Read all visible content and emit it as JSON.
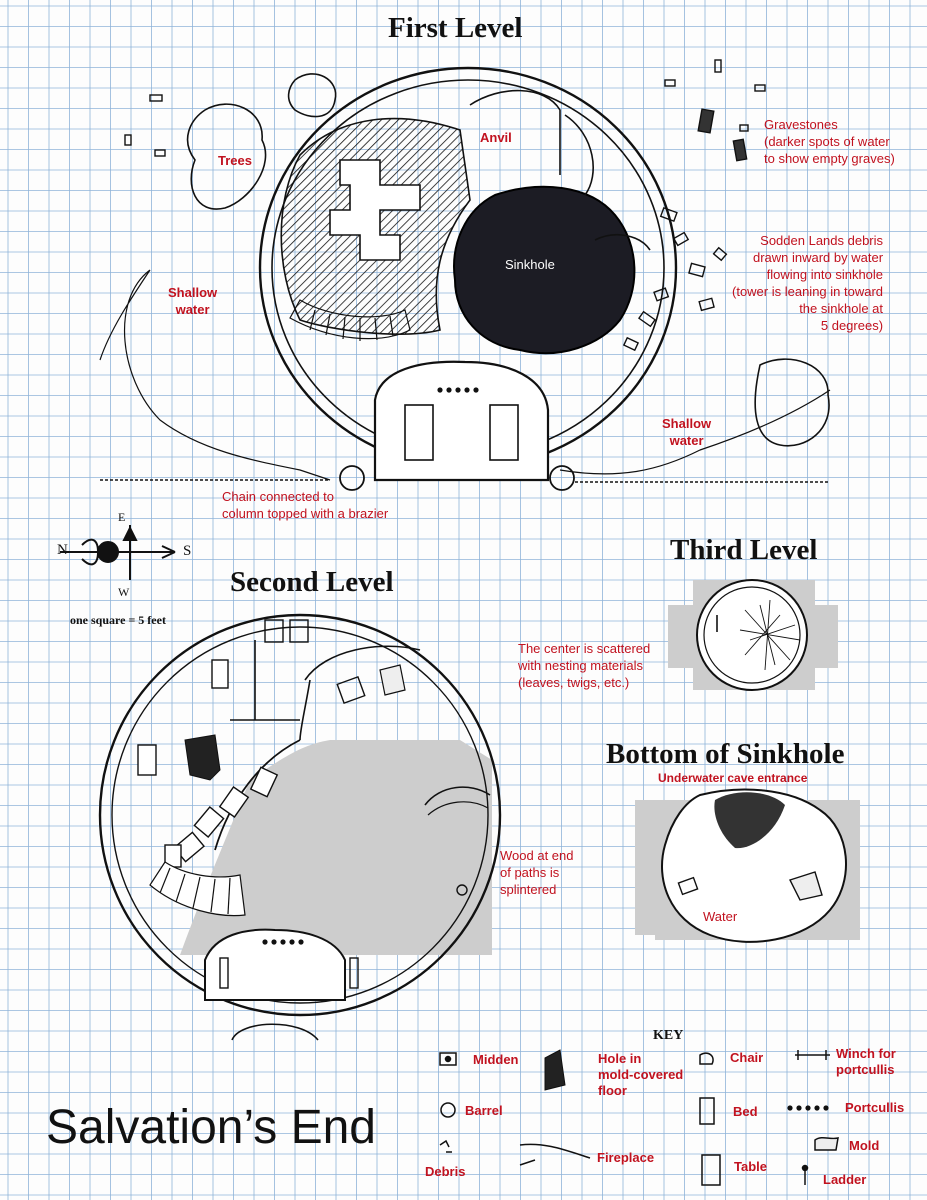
{
  "map_title": "Salvation’s End",
  "levels": {
    "first": "First Level",
    "second": "Second Level",
    "third": "Third Level",
    "bottom": "Bottom of Sinkhole"
  },
  "scale": "one square = 5 feet",
  "compass": {
    "n": "N",
    "e": "E",
    "s": "S",
    "w": "W"
  },
  "labels": {
    "trees": "Trees",
    "anvil": "Anvil",
    "sinkhole": "Sinkhole",
    "shallow_water_left": "Shallow\nwater",
    "shallow_water_right": "Shallow\nwater",
    "gravestones": "Gravestones\n(darker spots of water\nto show empty graves)",
    "debris_note": "Sodden Lands debris\ndrawn inward by water\nflowing into sinkhole\n(tower is leaning in toward\nthe sinkhole at\n5 degrees)",
    "chain": "Chain connected to\ncolumn topped with a brazier",
    "nesting": "The center is scattered\nwith nesting materials\n(leaves, twigs, etc.)",
    "wood": "Wood at end\nof paths is\nsplintered",
    "cave": "Underwater cave entrance",
    "water": "Water"
  },
  "key": {
    "title": "KEY",
    "items": {
      "midden": "Midden",
      "barrel": "Barrel",
      "debris": "Debris",
      "hole": "Hole in\nmold-covered\nfloor",
      "fireplace": "Fireplace",
      "chair": "Chair",
      "bed": "Bed",
      "table": "Table",
      "winch": "Winch for\nportcullis",
      "portcullis": "Portcullis",
      "mold": "Mold",
      "ladder": "Ladder"
    }
  },
  "colors": {
    "grid": "#8fb3d9",
    "ink": "#111111",
    "label_red": "#c1121f",
    "fill_gray": "#cdcdcd"
  }
}
